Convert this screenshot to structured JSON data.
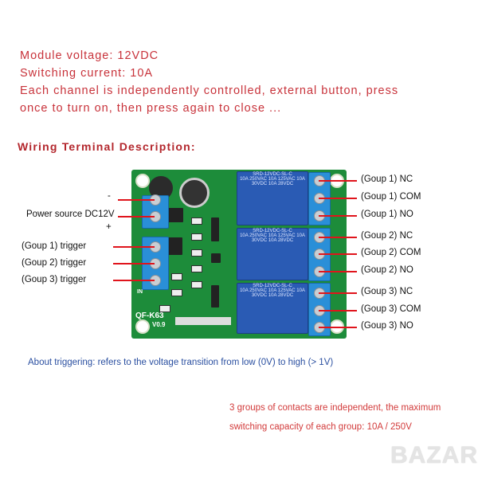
{
  "specs": [
    "Module voltage: 12VDC",
    "Switching current: 10A",
    "Each channel is independently controlled, external button, press",
    "once to turn on, then press again to close ..."
  ],
  "heading": "Wiring Terminal Description:",
  "left_labels": {
    "minus": "-",
    "power": "Power source DC12V",
    "plus": "+",
    "trigger1": "(Goup 1) trigger",
    "trigger2": "(Goup 2) trigger",
    "trigger3": "(Goup 3) trigger"
  },
  "right_labels": [
    "(Goup 1) NC",
    "(Goup 1) COM",
    "(Goup 1) NO",
    "(Goup 2) NC",
    "(Goup 2) COM",
    "(Goup 2) NO",
    "(Goup 3) NC",
    "(Goup 3) COM",
    "(Goup 3) NO"
  ],
  "board": {
    "model": "QF-K63",
    "version": "V0.9",
    "relay_text": "SRD-12VDC-SL-C",
    "relay_rating": "10A 250VAC 10A 125VAC 10A 30VDC 10A 28VDC",
    "in_label": "IN"
  },
  "note_trigger": "About triggering: refers to the voltage transition from low (0V) to high (> 1V)",
  "note_contacts": [
    "3 groups of contacts are independent, the maximum",
    "switching capacity of each group: 10A / 250V"
  ],
  "watermark": "BAZAR",
  "colors": {
    "red": "#c8323a",
    "blue": "#2a4fa0",
    "pcb": "#1d8c3a",
    "relay": "#2a5bb4"
  }
}
